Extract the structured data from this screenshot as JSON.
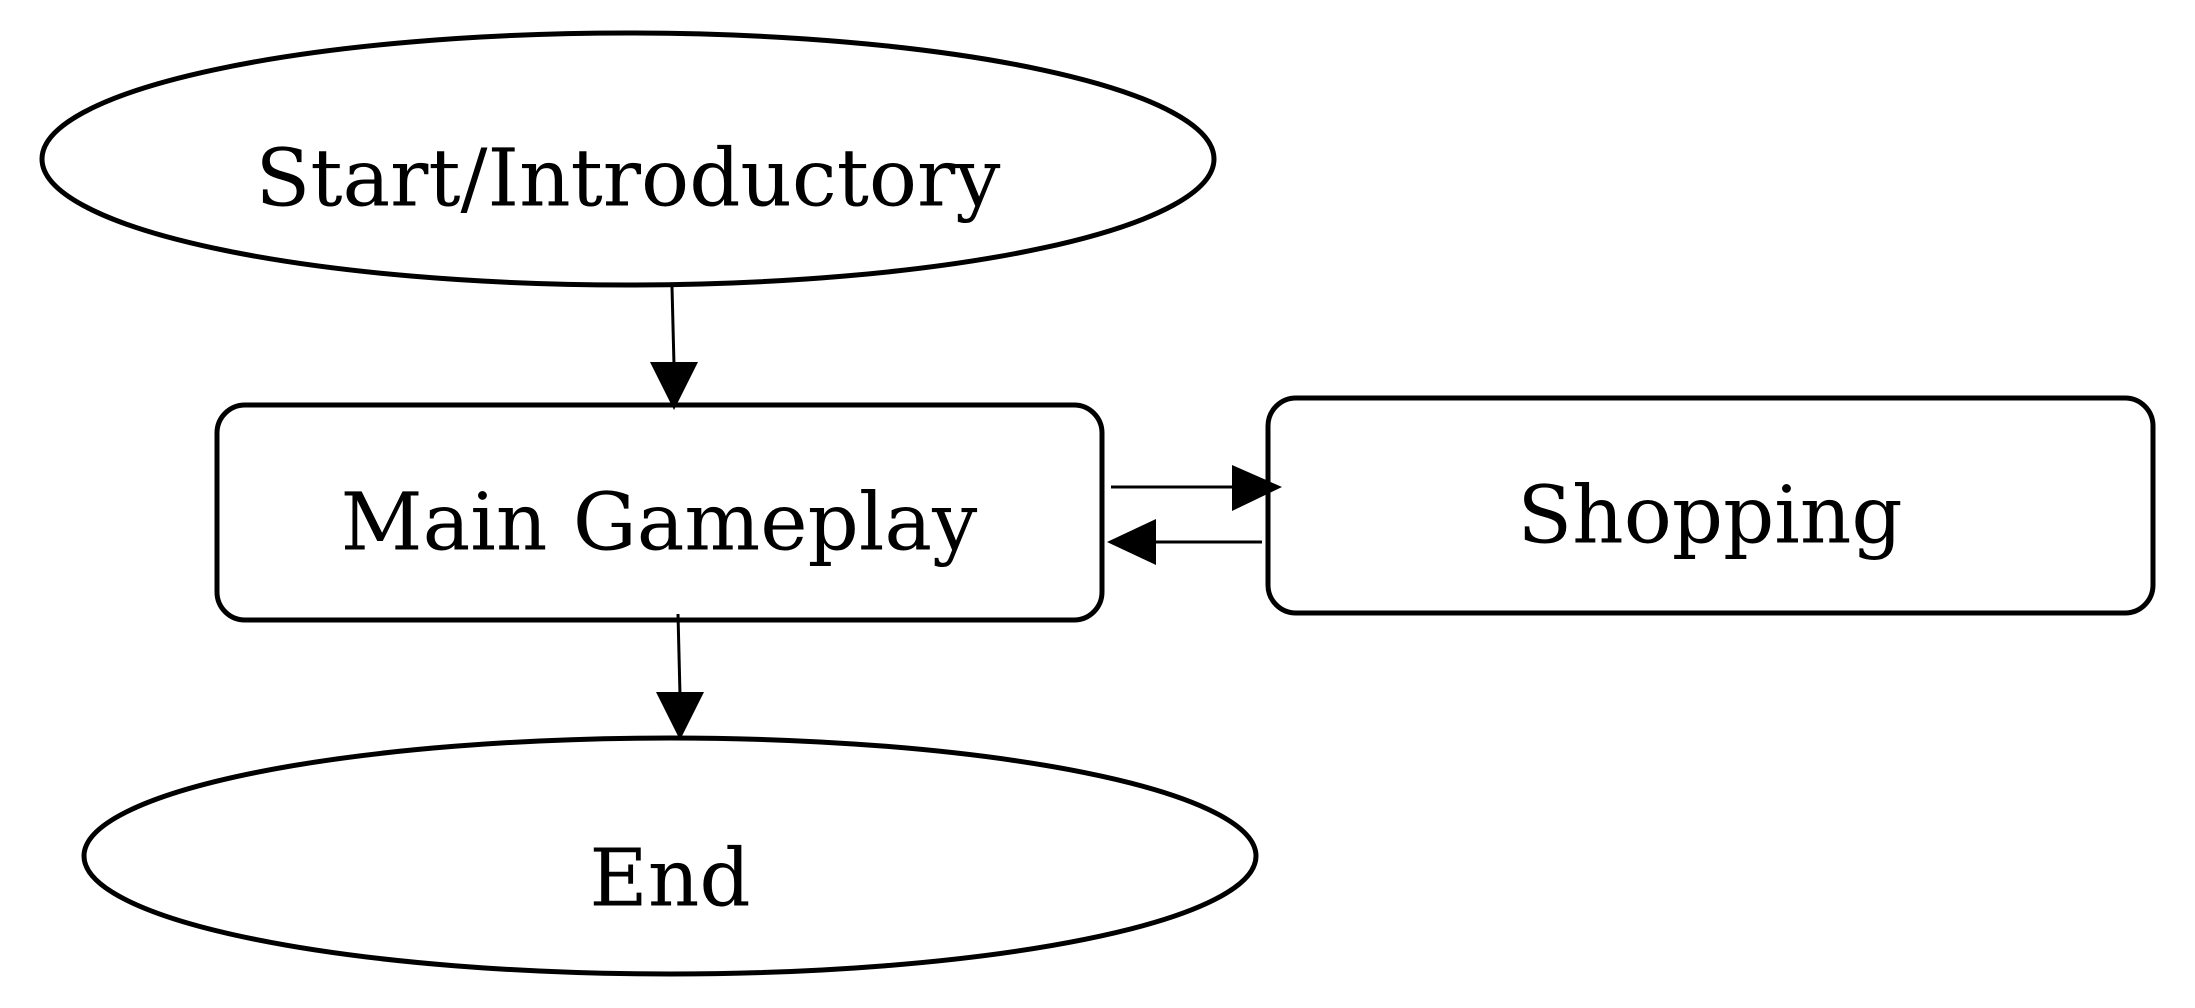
{
  "diagram": {
    "nodes": {
      "start": {
        "label": "Start/Introductory",
        "shape": "ellipse"
      },
      "main": {
        "label": "Main Gameplay",
        "shape": "rounded-rectangle"
      },
      "shopping": {
        "label": "Shopping",
        "shape": "rounded-rectangle"
      },
      "end": {
        "label": "End",
        "shape": "ellipse"
      }
    },
    "edges": [
      {
        "from": "start",
        "to": "main"
      },
      {
        "from": "main",
        "to": "shopping"
      },
      {
        "from": "shopping",
        "to": "main"
      },
      {
        "from": "main",
        "to": "end"
      }
    ],
    "colors": {
      "stroke": "#000000",
      "fill": "#ffffff",
      "text": "#000000",
      "background": "#ffffff"
    }
  }
}
